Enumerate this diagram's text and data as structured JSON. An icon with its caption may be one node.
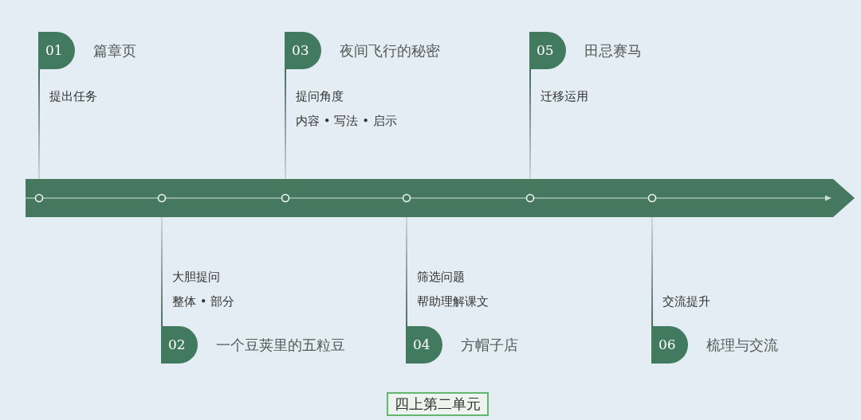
{
  "diagram": {
    "caption": "四上第二单元",
    "nodes": [
      {
        "text": [
          "01"
        ],
        "beside": [
          "篇章页",
          "提出任务"
        ]
      },
      {
        "text": [
          "02"
        ],
        "beside": [
          "一个豆荚里的五粒豆",
          "大胆提问",
          "整体 • 部分"
        ]
      },
      {
        "text": [
          "03"
        ],
        "beside": [
          "夜间飞行的秘密",
          "提问角度",
          "内容 • 写法 • 启示"
        ]
      },
      {
        "text": [
          "04"
        ],
        "beside": [
          "方帽子店",
          "筛选问题",
          "帮助理解课文"
        ]
      },
      {
        "text": [
          "05"
        ],
        "beside": [
          "田忌赛马",
          "迁移运用"
        ]
      },
      {
        "text": [
          "06"
        ],
        "beside": [
          "梳理与交流",
          "交流提升"
        ]
      },
      {
        "text": [],
        "shape": "arrow"
      }
    ],
    "edges": [
      {
        "from": 0,
        "to": 6,
        "arrow": "none"
      },
      {
        "from": 1,
        "to": 6,
        "arrow": "none"
      },
      {
        "from": 2,
        "to": 6,
        "arrow": "none"
      },
      {
        "from": 3,
        "to": 6,
        "arrow": "none"
      },
      {
        "from": 4,
        "to": 6,
        "arrow": "none"
      },
      {
        "from": 5,
        "to": 6,
        "arrow": "none"
      }
    ]
  }
}
